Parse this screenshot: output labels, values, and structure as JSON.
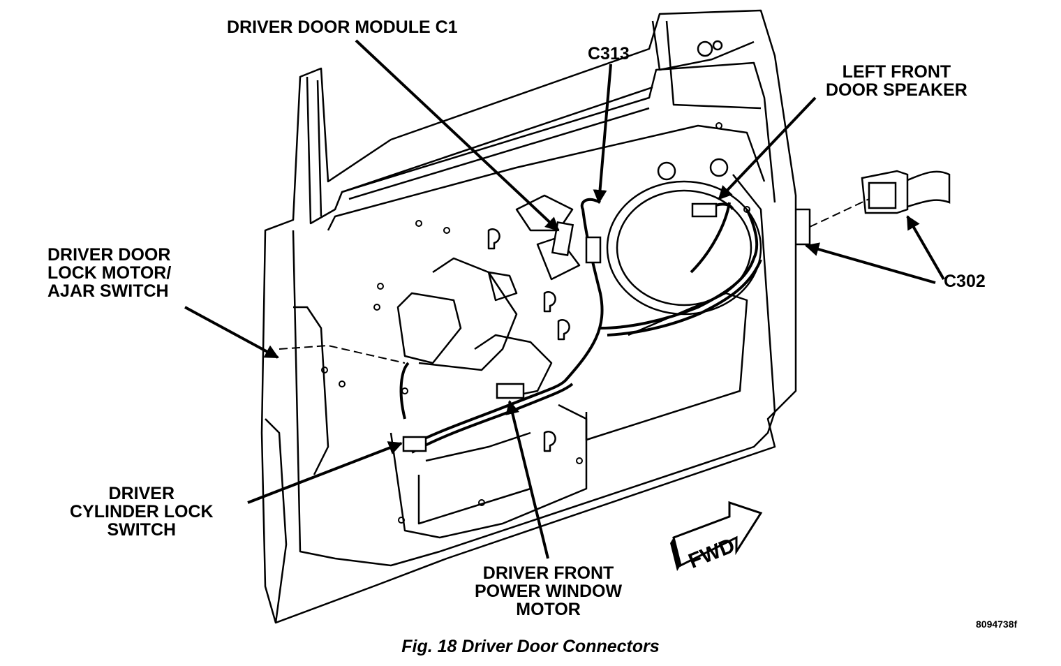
{
  "diagram": {
    "labels": {
      "driver_door_module_c1": "DRIVER DOOR MODULE C1",
      "c313": "C313",
      "left_front_door_speaker": [
        "LEFT FRONT",
        "DOOR SPEAKER"
      ],
      "driver_door_lock_motor": [
        "DRIVER DOOR",
        "LOCK MOTOR/",
        "AJAR SWITCH"
      ],
      "c302": "C302",
      "driver_cylinder_lock_switch": [
        "DRIVER",
        "CYLINDER LOCK",
        "SWITCH"
      ],
      "driver_front_power_window_motor": [
        "DRIVER FRONT",
        "POWER WINDOW",
        "MOTOR"
      ]
    },
    "fwd_label": "FWD",
    "reference_code": "8094738f",
    "caption": "Fig. 18 Driver Door Connectors",
    "line_color": "#000000",
    "background": "#ffffff"
  }
}
